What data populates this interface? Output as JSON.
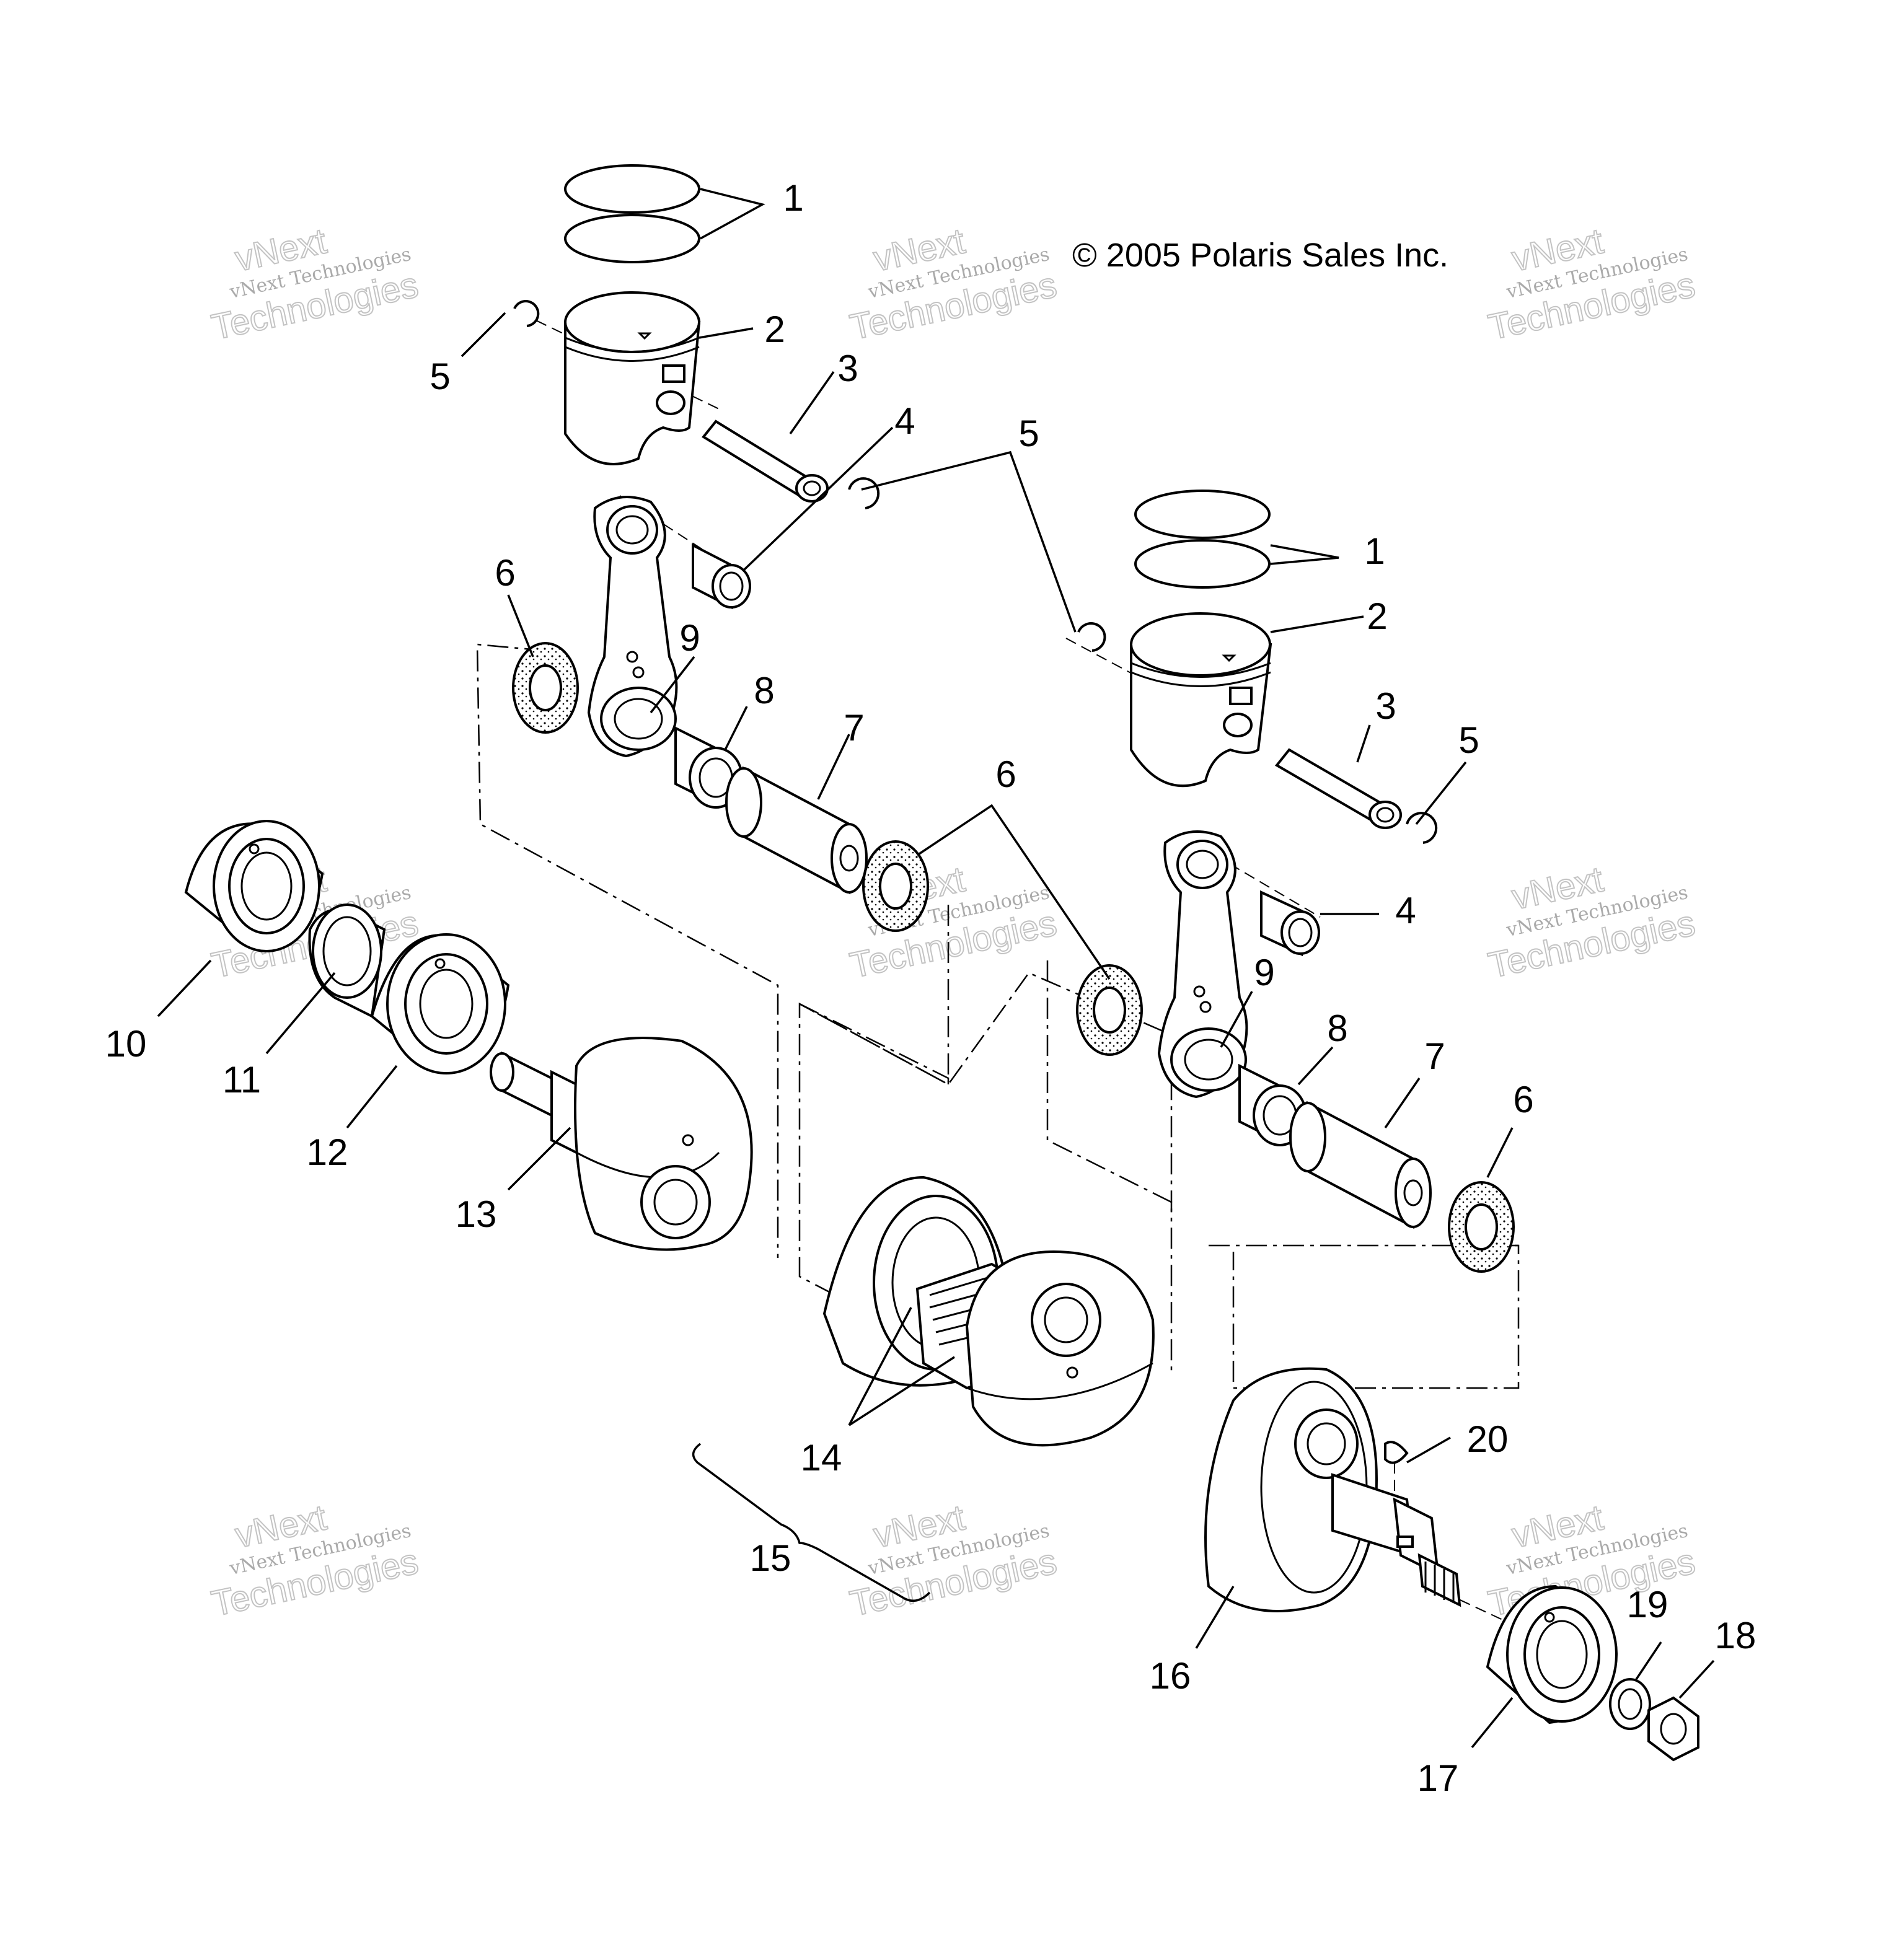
{
  "copyright": "© 2005 Polaris Sales Inc.",
  "watermark": {
    "brand": "vNext",
    "word": "Technologies",
    "line": "vNext Technologies"
  },
  "callouts": {
    "c1a": "1",
    "c2a": "2",
    "c3a": "3",
    "c4a": "4",
    "c5a": "5",
    "c5b": "5",
    "c6a": "6",
    "c9a": "9",
    "c8a": "8",
    "c7a": "7",
    "c6b": "6",
    "c1b": "1",
    "c2b": "2",
    "c3b": "3",
    "c5c": "5",
    "c4b": "4",
    "c9b": "9",
    "c8b": "8",
    "c7b": "7",
    "c6c": "6",
    "c10": "10",
    "c11": "11",
    "c12": "12",
    "c13": "13",
    "c14": "14",
    "c15": "15",
    "c16": "16",
    "c17": "17",
    "c18": "18",
    "c19": "19",
    "c20": "20"
  }
}
